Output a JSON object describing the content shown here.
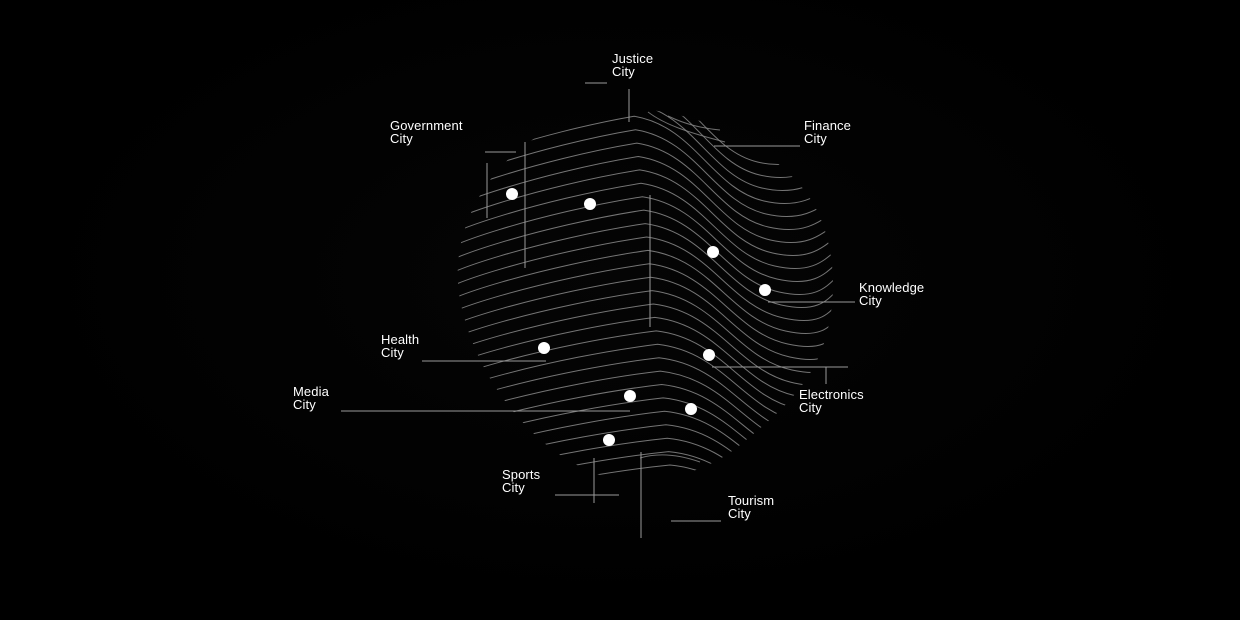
{
  "diagram": {
    "labels": {
      "justice": {
        "line1": "Justice",
        "line2": "City"
      },
      "government": {
        "line1": "Government",
        "line2": "City"
      },
      "finance": {
        "line1": "Finance",
        "line2": "City"
      },
      "knowledge": {
        "line1": "Knowledge",
        "line2": "City"
      },
      "health": {
        "line1": "Health",
        "line2": "City"
      },
      "media": {
        "line1": "Media",
        "line2": "City"
      },
      "electronics": {
        "line1": "Electronics",
        "line2": "City"
      },
      "sports": {
        "line1": "Sports",
        "line2": "City"
      },
      "tourism": {
        "line1": "Tourism",
        "line2": "City"
      }
    },
    "colors": {
      "background": "#000000",
      "text": "#ffffff",
      "node": "#ffffff",
      "contour": "#8a8a8a",
      "leader": "#9a9a9a"
    },
    "icon": "fingerprint-contour-map"
  }
}
